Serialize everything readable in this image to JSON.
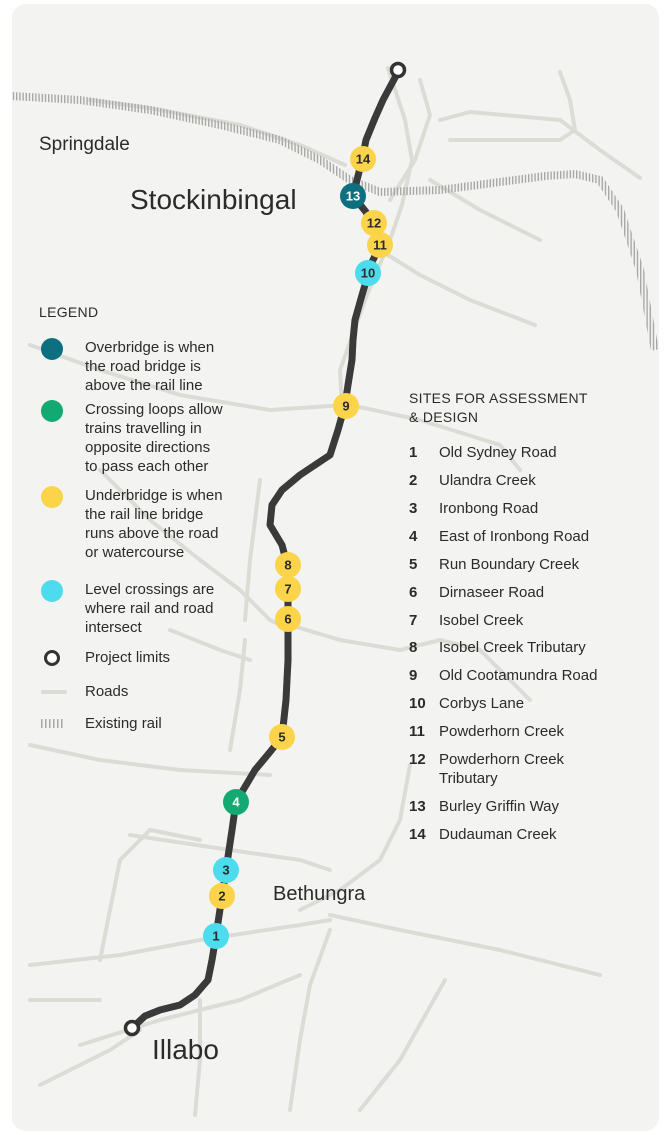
{
  "places": {
    "springdale": "Springdale",
    "stockinbingal": "Stockinbingal",
    "bethungra": "Bethungra",
    "illabo": "Illabo"
  },
  "legend": {
    "title": "LEGEND",
    "items": [
      {
        "symbol": "overbridge",
        "color": "#0e6f80",
        "text": "Overbridge is when\nthe road bridge is\nabove the rail line"
      },
      {
        "symbol": "crossing-loop",
        "color": "#12a972",
        "text": "Crossing loops allow\ntrains travelling in\nopposite directions\nto pass each other"
      },
      {
        "symbol": "underbridge",
        "color": "#fcd449",
        "text": "Underbridge is when\nthe rail line bridge\nruns above the road\nor watercourse"
      },
      {
        "symbol": "level-crossing",
        "color": "#4cdcee",
        "text": "Level crossings are\nwhere rail and road\nintersect"
      },
      {
        "symbol": "project-limits",
        "color": "#333333",
        "text": "Project limits"
      },
      {
        "symbol": "roads",
        "color": "#dcdcd6",
        "text": "Roads"
      },
      {
        "symbol": "existing-rail",
        "color": "#a8a8a8",
        "text": "Existing rail"
      }
    ]
  },
  "sites": {
    "title": "SITES FOR ASSESSMENT\n& DESIGN",
    "list": [
      {
        "num": "1",
        "name": "Old Sydney Road"
      },
      {
        "num": "2",
        "name": "Ulandra Creek"
      },
      {
        "num": "3",
        "name": "Ironbong Road"
      },
      {
        "num": "4",
        "name": "East of Ironbong Road"
      },
      {
        "num": "5",
        "name": "Run Boundary Creek"
      },
      {
        "num": "6",
        "name": "Dirnaseer Road"
      },
      {
        "num": "7",
        "name": "Isobel Creek"
      },
      {
        "num": "8",
        "name": "Isobel Creek Tributary"
      },
      {
        "num": "9",
        "name": "Old Cootamundra Road"
      },
      {
        "num": "10",
        "name": "Corbys Lane"
      },
      {
        "num": "11",
        "name": "Powderhorn Creek"
      },
      {
        "num": "12",
        "name": "Powderhorn Creek\nTributary"
      },
      {
        "num": "13",
        "name": "Burley Griffin Way"
      },
      {
        "num": "14",
        "name": "Dudauman Creek"
      }
    ]
  },
  "markers": [
    {
      "num": "1",
      "type": "level-crossing"
    },
    {
      "num": "2",
      "type": "underbridge"
    },
    {
      "num": "3",
      "type": "level-crossing"
    },
    {
      "num": "4",
      "type": "crossing-loop"
    },
    {
      "num": "5",
      "type": "underbridge"
    },
    {
      "num": "6",
      "type": "underbridge"
    },
    {
      "num": "7",
      "type": "underbridge"
    },
    {
      "num": "8",
      "type": "underbridge"
    },
    {
      "num": "9",
      "type": "underbridge"
    },
    {
      "num": "10",
      "type": "level-crossing"
    },
    {
      "num": "11",
      "type": "underbridge"
    },
    {
      "num": "12",
      "type": "underbridge"
    },
    {
      "num": "13",
      "type": "overbridge"
    },
    {
      "num": "14",
      "type": "underbridge"
    }
  ],
  "colors": {
    "overbridge": "#0e6f80",
    "crossing-loop": "#12a972",
    "underbridge": "#fcd449",
    "level-crossing": "#4cdcee",
    "route": "#3a3a3a",
    "road": "#dcdcd6",
    "rail": "#a8a8a8"
  }
}
